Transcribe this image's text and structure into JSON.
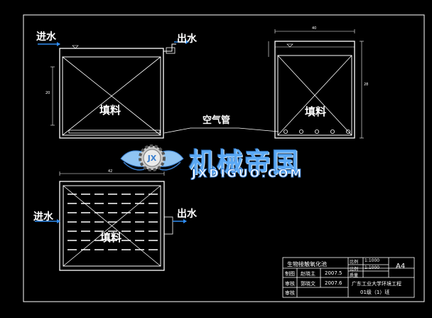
{
  "labels": {
    "inlet": "进水",
    "outlet": "出水",
    "media": "填料",
    "air_pipe": "空气管"
  },
  "watermark": {
    "title": "机械帝国",
    "subtitle": "JXDIGUO.COM",
    "logo_letters": "JX"
  },
  "dimensions": {
    "top_view_width": "42",
    "side_width": "40",
    "elev_height": "20",
    "side_height": "28"
  },
  "title_block": {
    "drawing_title": "生物接触氧化池",
    "drawn_by_label": "制图",
    "drawn_by": "赵晓主",
    "drawn_date": "2007.5",
    "checked_by_label": "审核",
    "checked_by": "郭晓文",
    "checked_date": "2007.6",
    "third_label": "审核",
    "scale_label_1": "比例",
    "scale_value_1": "1:1000",
    "scale_label_2": "比例",
    "scale_value_2": "1:1000",
    "extra_label": "质量",
    "sheet_size": "A4",
    "school": "广东工业大学环境工程",
    "class_line": "01级（1）班"
  },
  "colors": {
    "background": "#000000",
    "lines": "#ffffff",
    "water": "#2f8cf0",
    "watermark": "#5ba9f5"
  }
}
